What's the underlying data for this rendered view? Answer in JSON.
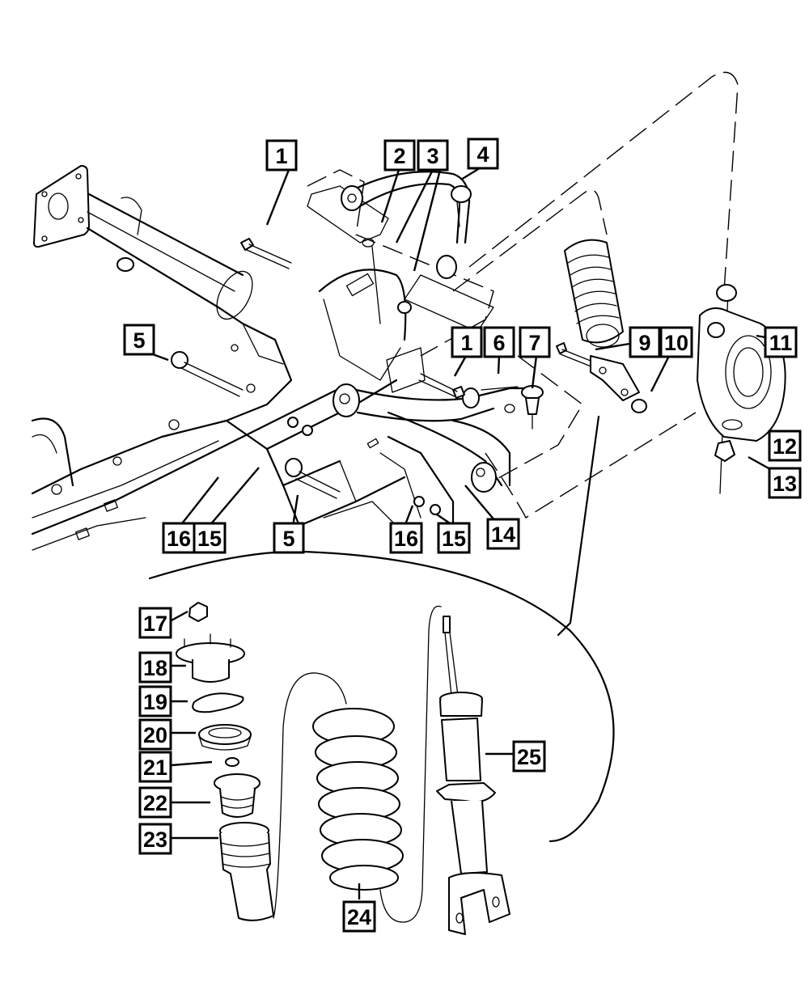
{
  "diagram": {
    "title": "Front Suspension Exploded View",
    "subject": "Front suspension: crossmember, upper and lower control arms, knuckle, coil spring and shock absorber assembly",
    "callouts": [
      {
        "id": "c1a",
        "label": "1",
        "part": "bolt"
      },
      {
        "id": "c2",
        "label": "2",
        "part": "upper-control-arm-bushing"
      },
      {
        "id": "c3",
        "label": "3",
        "part": "upper-control-arm-mount"
      },
      {
        "id": "c4",
        "label": "4",
        "part": "upper-control-arm"
      },
      {
        "id": "c5a",
        "label": "5",
        "part": "bolt-and-washer"
      },
      {
        "id": "c1b",
        "label": "1",
        "part": "bolt"
      },
      {
        "id": "c6",
        "label": "6",
        "part": "lower-control-arm"
      },
      {
        "id": "c7",
        "label": "7",
        "part": "ball-joint"
      },
      {
        "id": "c9",
        "label": "9",
        "part": "shock-clevis-bolt"
      },
      {
        "id": "c10",
        "label": "10",
        "part": "nut"
      },
      {
        "id": "c11",
        "label": "11",
        "part": "steering-knuckle"
      },
      {
        "id": "c12",
        "label": "12",
        "part": "knuckle-bushing"
      },
      {
        "id": "c13",
        "label": "13",
        "part": "ball-joint-nut"
      },
      {
        "id": "c16a",
        "label": "16",
        "part": "washer"
      },
      {
        "id": "c15a",
        "label": "15",
        "part": "nut"
      },
      {
        "id": "c5b",
        "label": "5",
        "part": "bolt-and-washer"
      },
      {
        "id": "c16b",
        "label": "16",
        "part": "washer"
      },
      {
        "id": "c15b",
        "label": "15",
        "part": "nut"
      },
      {
        "id": "c14",
        "label": "14",
        "part": "tension-strut"
      },
      {
        "id": "c17",
        "label": "17",
        "part": "upper-mount-nut"
      },
      {
        "id": "c18",
        "label": "18",
        "part": "upper-strut-mount"
      },
      {
        "id": "c19",
        "label": "19",
        "part": "upper-spring-isolator"
      },
      {
        "id": "c20",
        "label": "20",
        "part": "spring-seat-bearing"
      },
      {
        "id": "c21",
        "label": "21",
        "part": "washer"
      },
      {
        "id": "c22",
        "label": "22",
        "part": "jounce-bumper"
      },
      {
        "id": "c23",
        "label": "23",
        "part": "dust-boot"
      },
      {
        "id": "c24",
        "label": "24",
        "part": "coil-spring"
      },
      {
        "id": "c25",
        "label": "25",
        "part": "shock-absorber"
      }
    ]
  }
}
